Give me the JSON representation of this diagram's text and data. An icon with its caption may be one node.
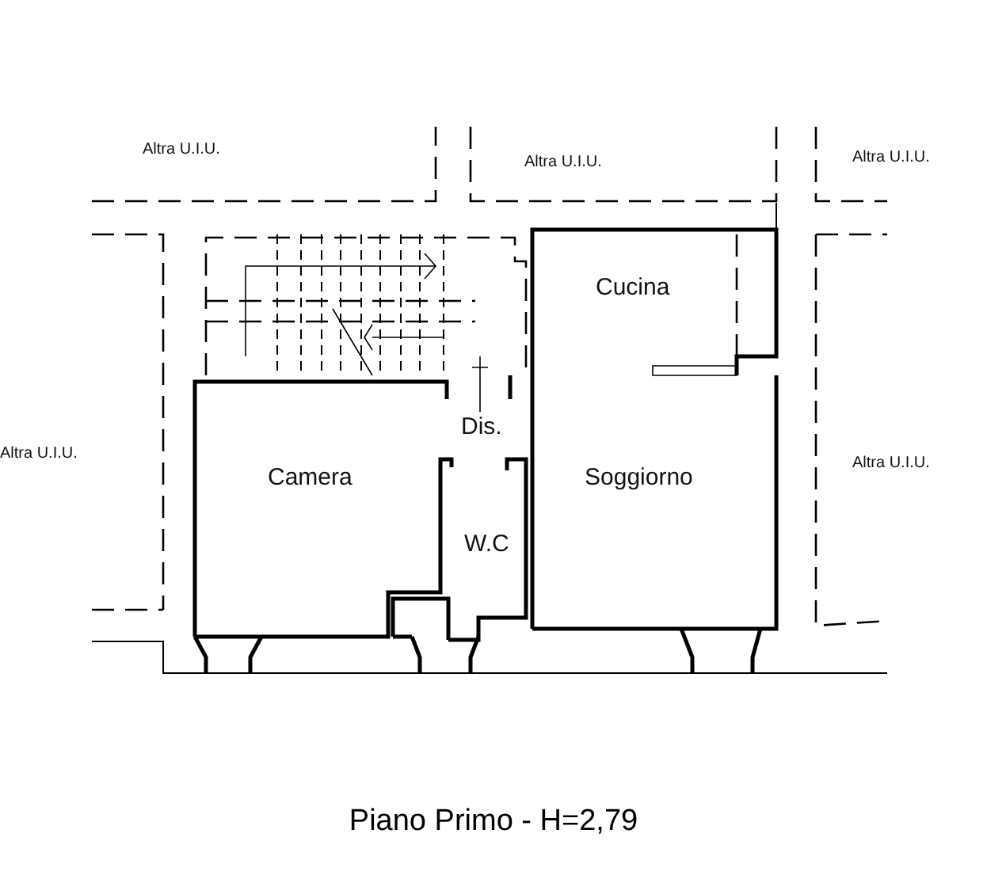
{
  "diagram": {
    "caption": "Piano Primo - H=2,79",
    "labels": [
      "Altra U.I.U.",
      "Altra U.I.U.",
      "Altra U.I.U.",
      "Cucina",
      "Dis.",
      "Altra U.I.U.",
      "Camera",
      "Soggiorno",
      "Altra U.I.U.",
      "W.C"
    ]
  }
}
